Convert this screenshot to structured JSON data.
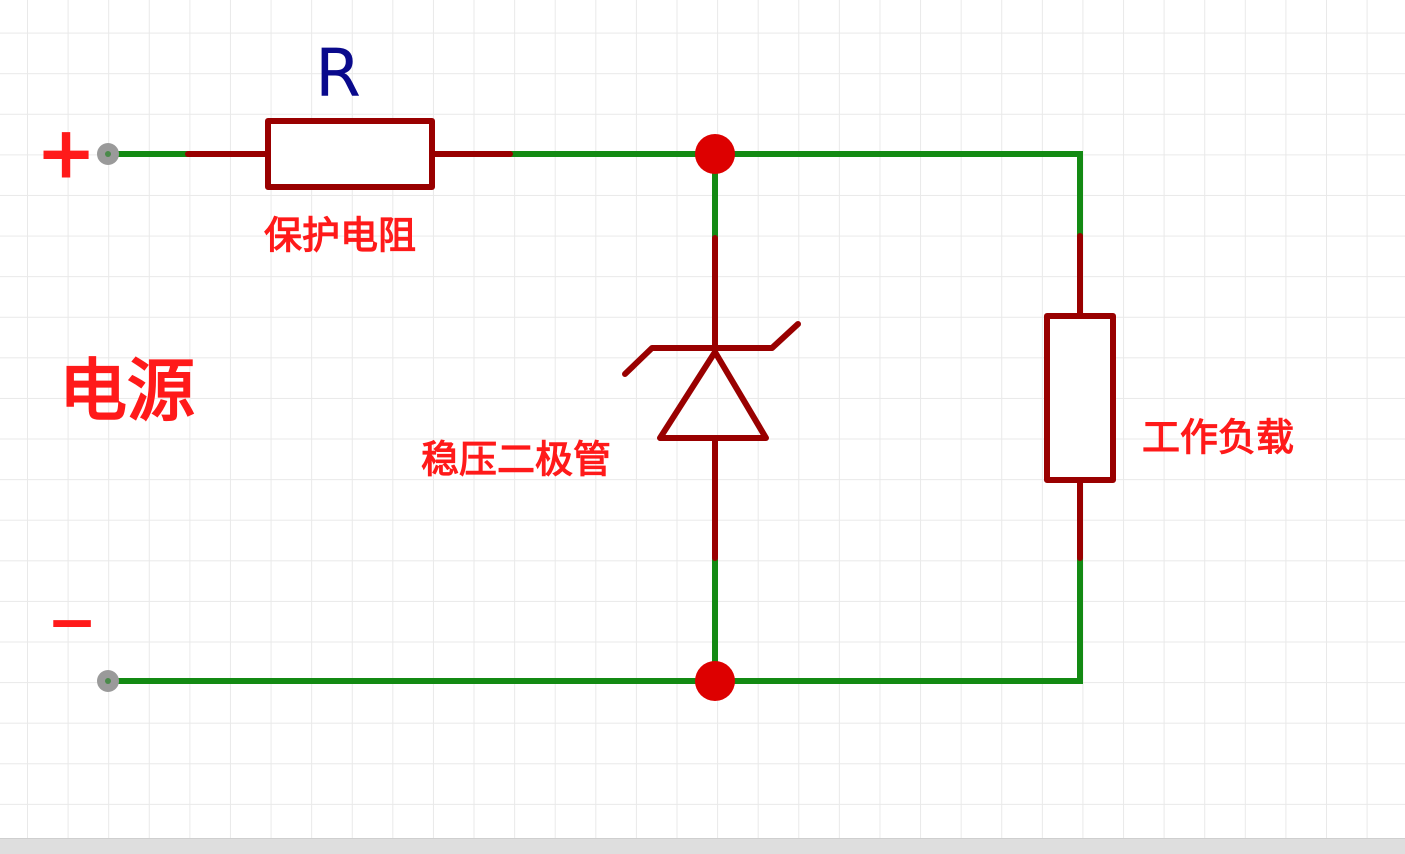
{
  "labels": {
    "plus": "+",
    "minus": "−",
    "power_source": "电源",
    "resistor_designator": "R",
    "resistor_desc": "保护电阻",
    "zener_desc": "稳压二极管",
    "load_desc": "工作负载"
  },
  "colors": {
    "wire": "#138a13",
    "component": "#990000",
    "junction": "#dd0000",
    "terminal": "#9a9a9a",
    "label_red": "#ff1a1a",
    "label_navy": "#0a0a8c",
    "grid": "#e9e9e9"
  }
}
